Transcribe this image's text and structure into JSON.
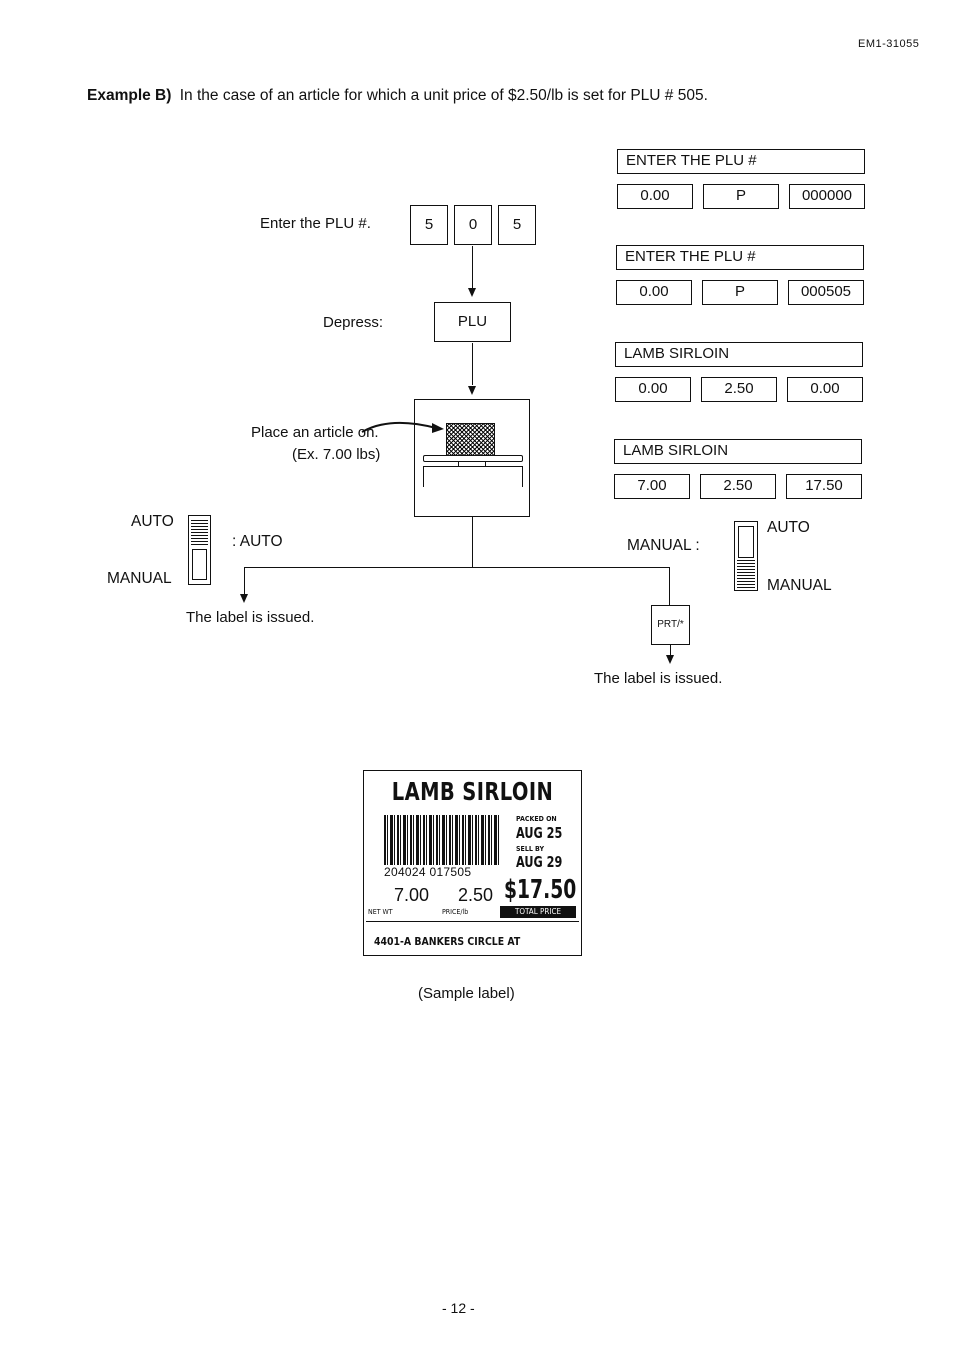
{
  "doc_number": "EM1-31055",
  "example": {
    "prefix": "Example B)",
    "text": "In the case of an article for which a unit price of $2.50/lb is set for PLU # 505."
  },
  "steps": {
    "enter_plu_label": "Enter the PLU #.",
    "keys": [
      "5",
      "0",
      "5"
    ],
    "depress_label": "Depress:",
    "plu_key": "PLU",
    "place_line1": "Place an article on.",
    "place_line2": "(Ex. 7.00 lbs)"
  },
  "left_switch": {
    "top": "AUTO",
    "bottom": "MANUAL",
    "setting": ": AUTO",
    "issued": "The label is issued."
  },
  "right_switch": {
    "setting": "MANUAL :",
    "top": "AUTO",
    "bottom": "MANUAL",
    "print_key": "PRT/*",
    "issued": "The label is issued."
  },
  "displays": [
    {
      "message": "ENTER THE PLU #",
      "fields": [
        "0.00",
        "P",
        "000000"
      ]
    },
    {
      "message": "ENTER THE PLU #",
      "fields": [
        "0.00",
        "P",
        "000505"
      ]
    },
    {
      "message": "LAMB SIRLOIN",
      "fields": [
        "0.00",
        "2.50",
        "0.00"
      ]
    },
    {
      "message": "LAMB SIRLOIN",
      "fields": [
        "7.00",
        "2.50",
        "17.50"
      ]
    }
  ],
  "sample_label": {
    "title": "LAMB SIRLOIN",
    "barcode_number": "204024 017505",
    "packed_on_label": "PACKED ON",
    "packed_on_date": "AUG 25",
    "sell_by_label": "SELL BY",
    "sell_by_date": "AUG 29",
    "net_wt": "7.00",
    "price_per_lb": "2.50",
    "total_price": "$17.50",
    "net_wt_label": "NET WT",
    "price_label": "PRICE/lb",
    "total_label": "TOTAL PRICE",
    "address": "4401-A BANKERS CIRCLE AT",
    "caption": "(Sample label)"
  },
  "page_number": "- 12 -"
}
